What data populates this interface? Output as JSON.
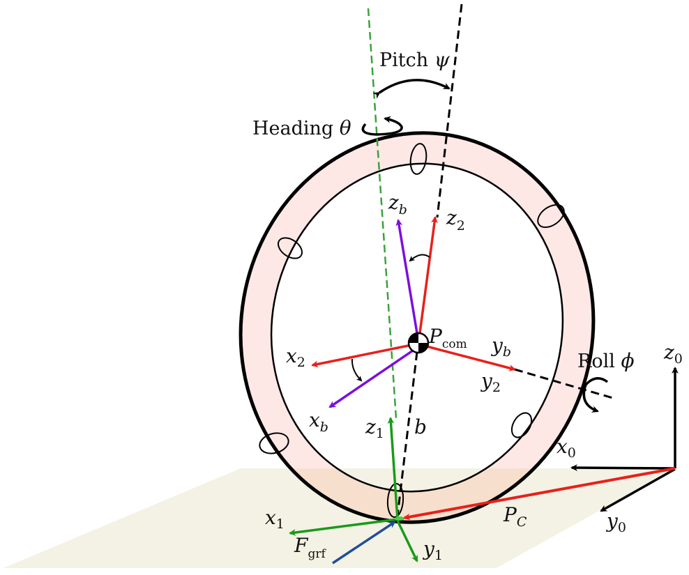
{
  "colors": {
    "tire_fill": "#fde8e6",
    "ground_fill": "#f4f2e4",
    "ground_overlap": "#f6e0d0",
    "body_frame": "#e8201a",
    "body_b": "#7b0fe0",
    "contact_frame": "#1a9a1a",
    "heading_axis": "#3aa23a",
    "force": "#1f4e9a",
    "world": "#000000"
  },
  "labels": {
    "pitch": {
      "text": "Pitch ",
      "symbol": "ψ"
    },
    "heading": {
      "text": "Heading ",
      "symbol": "θ"
    },
    "roll": {
      "text": "Roll ",
      "symbol": "ϕ"
    },
    "com": {
      "base": "P",
      "sub": "com"
    },
    "zb": {
      "base": "z",
      "sub": "b"
    },
    "z2": {
      "base": "z",
      "sub": "2"
    },
    "x2": {
      "base": "x",
      "sub": "2"
    },
    "xb": {
      "base": "x",
      "sub": "b"
    },
    "yb": {
      "base": "y",
      "sub": "b"
    },
    "y2": {
      "base": "y",
      "sub": "2"
    },
    "z1": {
      "base": "z",
      "sub": "1"
    },
    "b": {
      "base": "b"
    },
    "x1": {
      "base": "x",
      "sub": "1"
    },
    "y1": {
      "base": "y",
      "sub": "1"
    },
    "fgrf": {
      "base": "F",
      "sub": "grf"
    },
    "pc": {
      "base": "P",
      "sub": "C"
    },
    "x0": {
      "base": "x",
      "sub": "0"
    },
    "y0": {
      "base": "y",
      "sub": "0"
    },
    "z0": {
      "base": "z",
      "sub": "0"
    }
  }
}
